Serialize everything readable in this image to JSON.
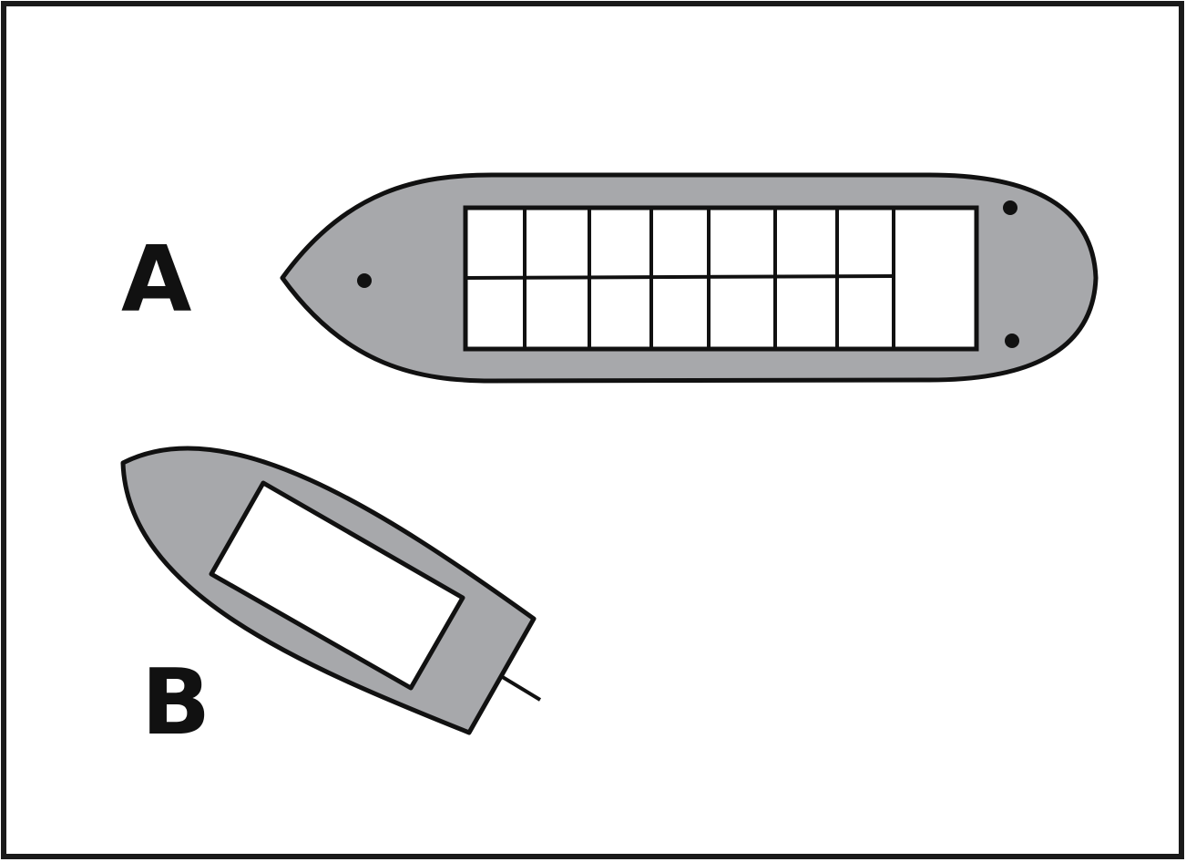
{
  "figure": {
    "border_color": "#1a1a1a",
    "background_color": "#ffffff",
    "hull_fill_color": "#a7a8ab",
    "outline_color": "#111111"
  },
  "vessels": [
    {
      "id": "vessel-a",
      "label": "A",
      "hold_grid": {
        "rows": 2,
        "columns": 7,
        "extra_compartment": 1
      },
      "marker_dots": 3
    },
    {
      "id": "vessel-b",
      "label": "B",
      "hold_grid": {
        "rows": 1,
        "columns": 1
      },
      "has_rudder": true
    }
  ]
}
